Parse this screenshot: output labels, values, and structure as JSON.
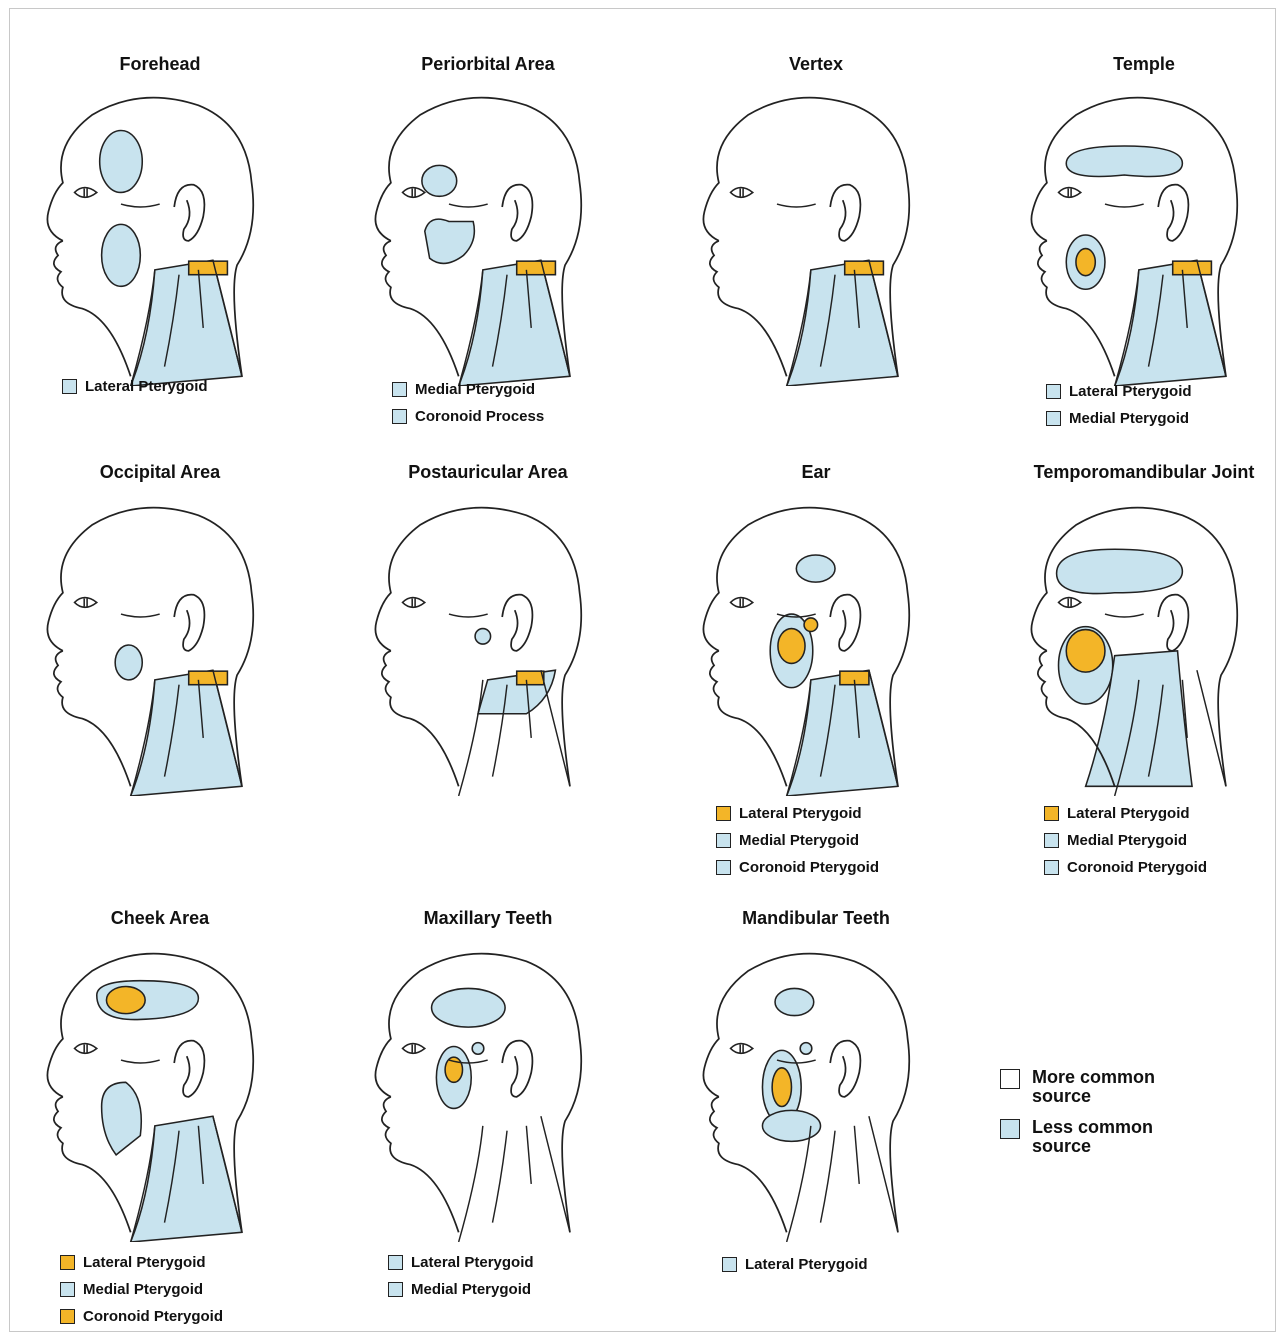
{
  "colors": {
    "more_common": "#f3b528",
    "less_common": "#c8e3ee",
    "outline": "#222222"
  },
  "panels": [
    {
      "title": "Forehead",
      "legend": [
        {
          "label": "Lateral Pterygoid",
          "source": "less"
        }
      ]
    },
    {
      "title": "Periorbital Area",
      "legend": [
        {
          "label": "Medial Pterygoid",
          "source": "less"
        },
        {
          "label": "Coronoid Process",
          "source": "less"
        }
      ]
    },
    {
      "title": "Vertex",
      "legend": []
    },
    {
      "title": "Temple",
      "legend": [
        {
          "label": "Lateral Pterygoid",
          "source": "less"
        },
        {
          "label": "Medial Pterygoid",
          "source": "less"
        }
      ]
    },
    {
      "title": "Occipital Area",
      "legend": []
    },
    {
      "title": "Postauricular Area",
      "legend": []
    },
    {
      "title": "Ear",
      "legend": [
        {
          "label": "Lateral Pterygoid",
          "source": "more"
        },
        {
          "label": "Medial Pterygoid",
          "source": "less"
        },
        {
          "label": "Coronoid Pterygoid",
          "source": "less"
        }
      ]
    },
    {
      "title": "Temporomandibular Joint",
      "legend": [
        {
          "label": "Lateral Pterygoid",
          "source": "more"
        },
        {
          "label": "Medial Pterygoid",
          "source": "less"
        },
        {
          "label": "Coronoid Pterygoid",
          "source": "less"
        }
      ]
    },
    {
      "title": "Cheek Area",
      "legend": [
        {
          "label": "Lateral Pterygoid",
          "source": "more"
        },
        {
          "label": "Medial Pterygoid",
          "source": "less"
        },
        {
          "label": "Coronoid Pterygoid",
          "source": "more"
        }
      ]
    },
    {
      "title": "Maxillary Teeth",
      "legend": [
        {
          "label": "Lateral Pterygoid",
          "source": "less"
        },
        {
          "label": "Medial Pterygoid",
          "source": "less"
        }
      ]
    },
    {
      "title": "Mandibular Teeth",
      "legend": [
        {
          "label": "Lateral Pterygoid",
          "source": "less"
        }
      ]
    }
  ],
  "key": [
    {
      "label": "More common source",
      "source": "more"
    },
    {
      "label": "Less common source",
      "source": "less"
    }
  ]
}
